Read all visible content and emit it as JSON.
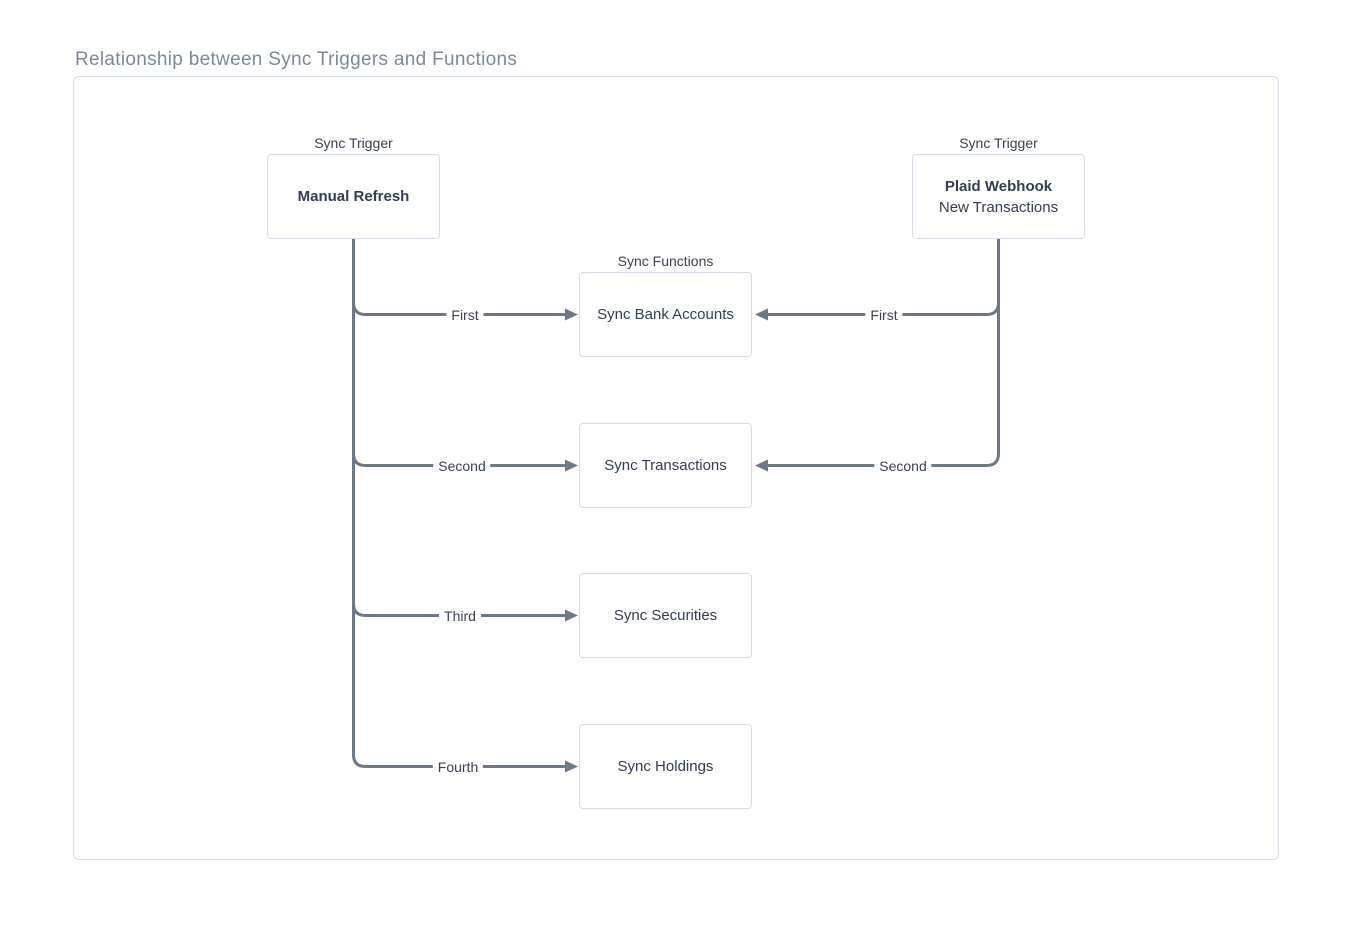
{
  "page": {
    "title": "Relationship between Sync Triggers and Functions"
  },
  "diagram": {
    "left_trigger": {
      "caption": "Sync Trigger",
      "title": "Manual Refresh"
    },
    "right_trigger": {
      "caption": "Sync Trigger",
      "title": "Plaid Webhook",
      "subtitle": "New Transactions"
    },
    "functions": {
      "caption": "Sync Functions",
      "items": [
        {
          "label": "Sync Bank Accounts"
        },
        {
          "label": "Sync Transactions"
        },
        {
          "label": "Sync Securities"
        },
        {
          "label": "Sync Holdings"
        }
      ]
    },
    "edge_labels": {
      "left": [
        "First",
        "Second",
        "Third",
        "Fourth"
      ],
      "right": [
        "First",
        "Second"
      ]
    }
  },
  "colors": {
    "edge": "#6e7987",
    "node_border": "#d5dbe4",
    "node_text": "#333e4e",
    "title_text": "#7b8997",
    "frame_border": "#d8dfe9"
  }
}
